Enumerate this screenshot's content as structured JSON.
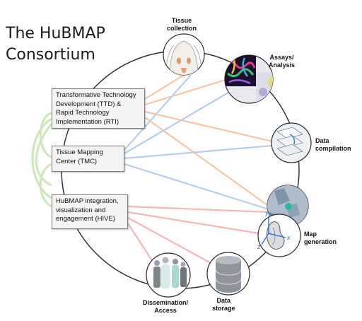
{
  "title": {
    "line1": "The HuBMAP",
    "line2": "Consortium"
  },
  "centers": {
    "ttd": {
      "line1": "Transformative Technology",
      "line2": "Development (TTD) &",
      "line3": "Rapid Technology",
      "line4": "Implementation (RTI)"
    },
    "tmc": {
      "line1": "Tissue Mapping",
      "line2": "Center (TMC)"
    },
    "hive": {
      "line1": "HuBMAP integration,",
      "line2": "visualization and",
      "line3": "engagement (HIVE)"
    }
  },
  "stages": {
    "tissue_collection": {
      "line1": "Tissue",
      "line2": "collection"
    },
    "assays": {
      "line1": "Assays/",
      "line2": "Analysis"
    },
    "data_compilation": {
      "line1": "Data",
      "line2": "compilation"
    },
    "map_generation": {
      "line1": "Map",
      "line2": "generation"
    },
    "data_storage": {
      "line1": "Data",
      "line2": "storage"
    },
    "dissemination": {
      "line1": "Dissemination/",
      "line2": "Access"
    }
  },
  "axis_labels": {
    "x": "x",
    "y": "y",
    "z": "z"
  },
  "colors": {
    "ttd_links": "#f6c6a8",
    "tmc_links": "#b9cde8",
    "hive_links": "#f3b8b8",
    "center_links": "#cfe6b8",
    "circle": "#2a2a2a",
    "axis": "#2e6fd8"
  },
  "icons": {
    "tissue_collection": "human-torso-icon",
    "assays": "microscopy-image-icon",
    "data_compilation": "stacked-slides-icon",
    "map_generation": "organ-3d-map-icon",
    "data_storage": "database-cylinder-icon",
    "dissemination": "people-group-icon"
  }
}
